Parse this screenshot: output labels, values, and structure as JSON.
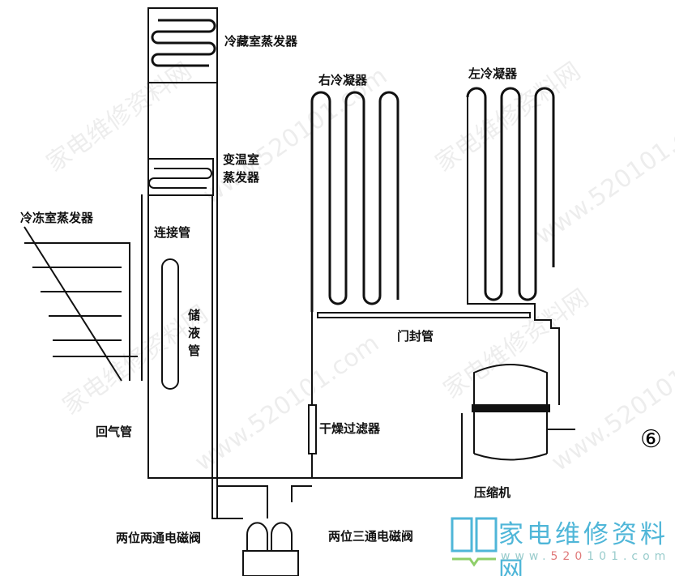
{
  "labels": {
    "fridge_evaporator": "冷藏室蒸发器",
    "right_condenser": "右冷凝器",
    "left_condenser": "左冷凝器",
    "variable_evaporator_1": "变温室",
    "variable_evaporator_2": "蒸发器",
    "freezer_evaporator": "冷冻室蒸发器",
    "connecting_pipe": "连接管",
    "accumulator": "储液管",
    "door_seal_pipe": "门封管",
    "return_pipe": "回气管",
    "drier_filter": "干燥过滤器",
    "compressor": "压缩机",
    "two_way_valve": "两位两通电磁阀",
    "three_way_valve": "两位三通电磁阀"
  },
  "figure_number": "⑥",
  "watermark": {
    "text": "家电维修资料网",
    "url_prefix": "www.",
    "url_red": "520",
    "url_suffix": "101.com",
    "diag_url": "www.520101.com"
  },
  "colors": {
    "line": "#111111",
    "logo": "#4fb6d8"
  }
}
